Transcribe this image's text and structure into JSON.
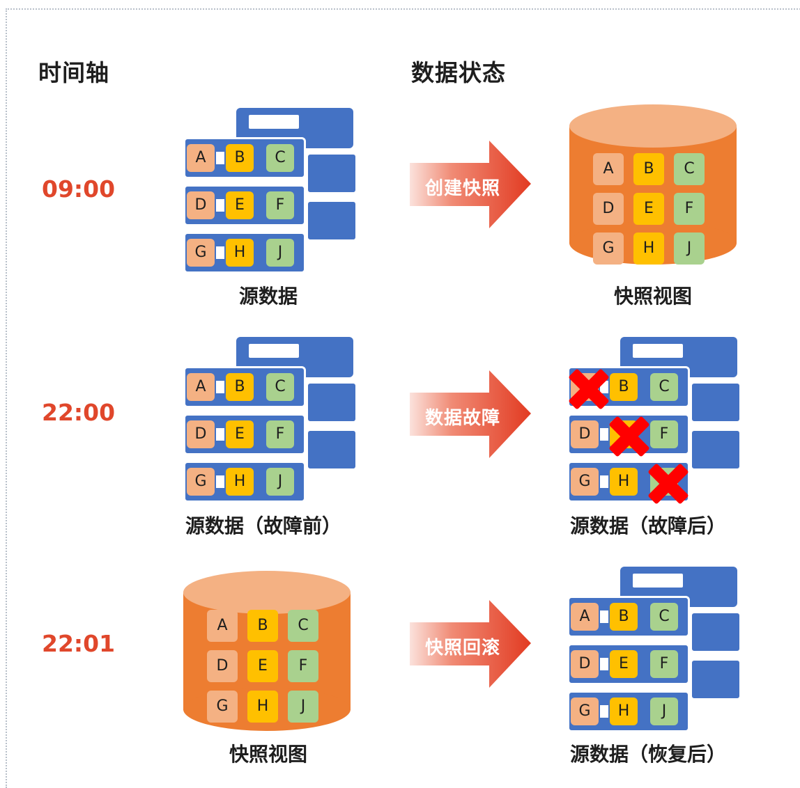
{
  "headers": {
    "timeline": "时间轴",
    "data_state": "数据状态"
  },
  "colors": {
    "time": "#e0472b",
    "blue": "#4472c4",
    "orange": "#ed7d31",
    "cylinder_top": "#f4b183",
    "cell_salmon": "#f4b183",
    "cell_gold": "#ffc000",
    "cell_green": "#a9d18e",
    "failure_x": "#ff0000"
  },
  "rows": [
    {
      "time": "09:00",
      "left": {
        "kind": "source",
        "caption": "源数据",
        "cells": [
          "A",
          "B",
          "C",
          "D",
          "E",
          "F",
          "G",
          "H",
          "J"
        ]
      },
      "action": "创建快照",
      "right": {
        "kind": "snapshot",
        "caption": "快照视图",
        "cells": [
          "A",
          "B",
          "C",
          "D",
          "E",
          "F",
          "G",
          "H",
          "J"
        ]
      }
    },
    {
      "time": "22:00",
      "left": {
        "kind": "source",
        "caption": "源数据（故障前）",
        "cells": [
          "A",
          "B",
          "C",
          "D",
          "E",
          "F",
          "G",
          "H",
          "J"
        ]
      },
      "action": "数据故障",
      "right": {
        "kind": "source",
        "caption": "源数据（故障后）",
        "cells": [
          "",
          "B",
          "C",
          "D",
          "",
          "F",
          "G",
          "H",
          ""
        ],
        "failed": [
          "A",
          "E",
          "J"
        ]
      }
    },
    {
      "time": "22:01",
      "left": {
        "kind": "snapshot",
        "caption": "快照视图",
        "cells": [
          "A",
          "B",
          "C",
          "D",
          "E",
          "F",
          "G",
          "H",
          "J"
        ]
      },
      "action": "快照回滚",
      "right": {
        "kind": "source",
        "caption": "源数据（恢复后）",
        "cells": [
          "A",
          "B",
          "C",
          "D",
          "E",
          "F",
          "G",
          "H",
          "J"
        ]
      }
    }
  ]
}
